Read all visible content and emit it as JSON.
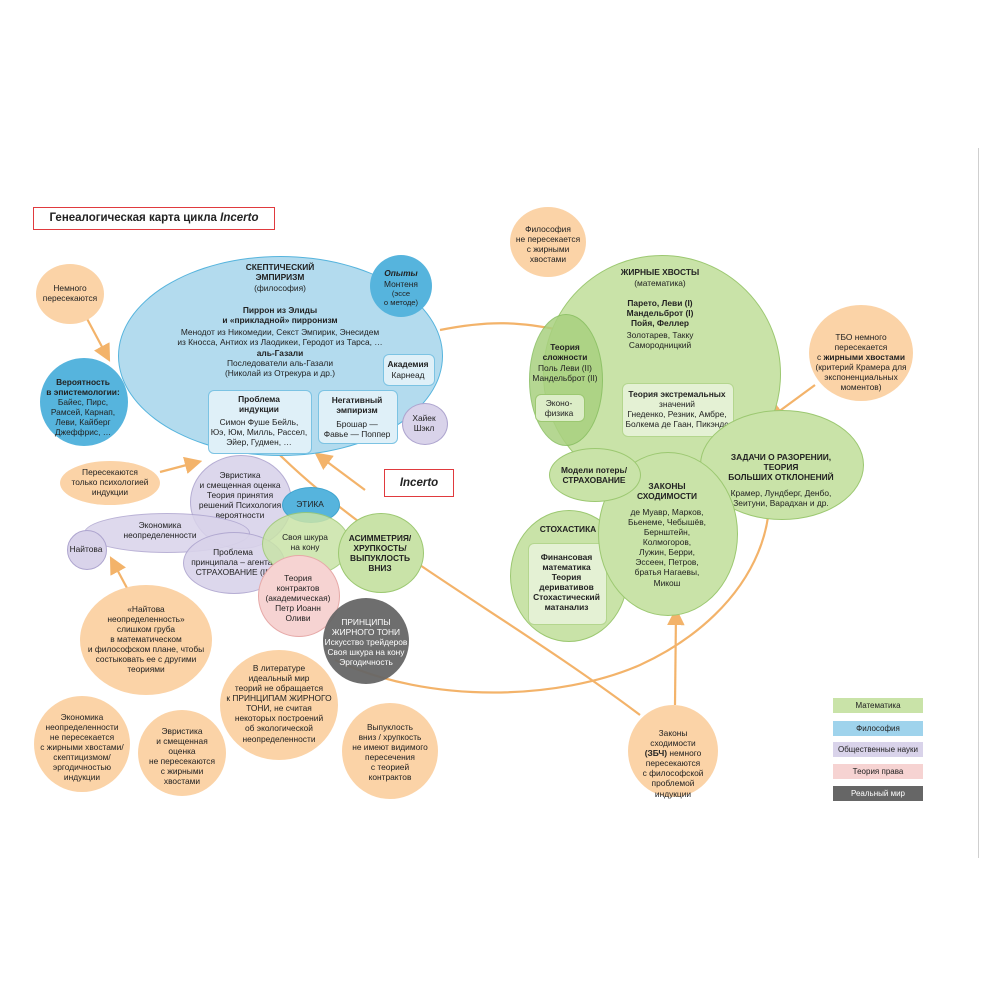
{
  "title": {
    "prefix": "Генеалогическая карта цикла ",
    "italic": "Incerto"
  },
  "incerto_label": "Incerto",
  "nodes": {
    "skeptical_head": "СКЕПТИЧЕСКИЙ\nЭМПИРИЗМ",
    "skeptical_sub": "(философия)",
    "pyrrho_head": "Пиррон из Элиды\nи «прикладной» пирронизм",
    "pyrrho_body": "Менодот из Никомедии, Секст Эмпирик, Энесидем\nиз Кносса, Антиох из Лаодикеи, Геродот из Тарса, …",
    "ghazali_head": "аль-Газали",
    "ghazali_body": "Последователи аль-Газали\n(Николай из Отрекура и др.)",
    "montaigne_head": "Опыты",
    "montaigne_body": "Монтеня",
    "montaigne_note": "(эссе\nо методе)",
    "academy_head": "Академия",
    "academy_body": "Карнеад",
    "induction_head": "Проблема\nиндукции",
    "induction_body": "Симон Фуше Бейль,\nЮэ, Юм, Милль, Рассел,\nЭйер, Гудмен, …",
    "negemp_head": "Негативный\nэмпиризм",
    "negemp_body": "Брошар —\nФавье — Поппер",
    "hayek": "Хайек\nШэкл",
    "probability_head": "Вероятность\nв эпистемологии:",
    "probability_body": "Байес, Пирс,\nРамсей, Карнап,\nЛеви, Кайберг\nДжеффрис, …",
    "heuristics": "Эвристика\nи смещенная оценка\nТеория принятия\nрешений Психология\nвероятности",
    "ethics": "ЭТИКА",
    "econ_uncert": "Экономика\nнеопределенности",
    "knight": "Найтова",
    "principal": "Проблема\nпринципала – агента,\nСТРАХОВАНИЕ (II)",
    "skin": "Своя шкура\nна кону",
    "asymmetry": "АСИММЕТРИЯ/\nХРУПКОСТЬ/\nВЫПУКЛОСТЬ\nВНИЗ",
    "contracts": "Теория\nконтрактов\n(академическая)\nПетр Иоанн\nОливи",
    "fat_tony": "ПРИНЦИПЫ\nЖИРНОГО ТОНИ\nИскусство трейдеров\nСвоя шкура на кону\nЭргодичность",
    "fat_tails_head": "ЖИРНЫЕ ХВОСТЫ",
    "fat_tails_sub": "(математика)",
    "fat_tails_bold": "Парето, Леви (I)\nМандельброт (I)\nПойя, Феллер",
    "fat_tails_body": "Золотарев, Такку\nСамородницкий",
    "complexity_head": "Теория\nсложности",
    "complexity_body": "Поль Леви (II)\nМандельброт (II)",
    "econophysics": "Эконо-\nфизика",
    "extreme_head": "Теория экстремальных",
    "extreme_body": "значений\nГнеденко, Резник, Амбре,\nБолкема де Гаан, Пикэндс",
    "loss_models": "Модели потерь/\nСТРАХОВАНИЕ",
    "ruin_head": "ЗАДАЧИ О РАЗОРЕНИИ,\nТЕОРИЯ\nБОЛЬШИХ ОТКЛОНЕНИЙ",
    "ruin_body": "Крамер, Лундберг, Денбо,\nЗеитуни, Варадхан и др.",
    "convergence_head": "ЗАКОНЫ\nСХОДИМОСТИ",
    "convergence_body": "де Муавр, Марков,\nБьенеме, Чебышёв,\nБернштейн,\nКолмогоров,\nЛужин, Берри,\nЭссеен, Петров,\nбратья Нагаевы,\nМикош",
    "stochastics_head": "СТОХАСТИКА",
    "stochastics_body": "Финансовая\nматематика\nТеория\nдеривативов\nСтохастический\nматанализ"
  },
  "notes": {
    "slightly": "Немного\nпересекаются",
    "psychology": "Пересекаются\nтолько психологией\nиндукции",
    "knight_note": "«Найтова\nнеопределенность»\nслишком груба\nв математическом\nи философском плане, чтобы\nсостыковать ее с другими\nтеориями",
    "literature": "В литературе\nидеальный мир\nтеорий не обращается\nк ПРИНЦИПАМ ЖИРНОГО\nТОНИ, не считая\nнекоторых построений\nоб экологической\nнеопределенности",
    "econ_note": "Экономика\nнеопределенности\nне пересекается\nс жирными хвостами/\nскептицизмом/\nэргодичностью\nиндукции",
    "heur_note": "Эвристика\nи смещенная\nоценка\nне пересекаются\nс жирными\nхвостами",
    "convex_note": "Выпуклость\nвниз / хрупкость\nне имеют видимого\nпересечения\nс теорией\nконтрактов",
    "philosophy_note": "Философия\nне пересекается\nс жирными\nхвостами",
    "tbo_pre": "ТБО немного\nпересекается\nс ",
    "tbo_bold": "жирными хвостами",
    "tbo_post": "\n(критерий Крамера для\nэкспоненциальных\nмоментов)",
    "lln_pre": "Законы\nсходимости",
    "lln_bold": "(ЗБЧ)",
    "lln_post": " немного\nпересекаются\nс философской\nпроблемой\nиндукции"
  },
  "legend": [
    {
      "label": "Математика",
      "color": "#c9e3a8"
    },
    {
      "label": "Философия",
      "color": "#9fd3ec"
    },
    {
      "label": "Общественные науки",
      "color": "#d9d3ea"
    },
    {
      "label": "Теория права",
      "color": "#f6d3d2"
    },
    {
      "label": "Реальный мир",
      "color": "#666666"
    }
  ],
  "colors": {
    "note": "#fbd3a7",
    "arrow": "#f3b36a",
    "title_border": "#e03a3e",
    "philosophy": "#b3dbee",
    "math": "#c9e3a8",
    "social": "#d9d3ea",
    "law": "#f6d3d2",
    "real_world": "#666666"
  }
}
